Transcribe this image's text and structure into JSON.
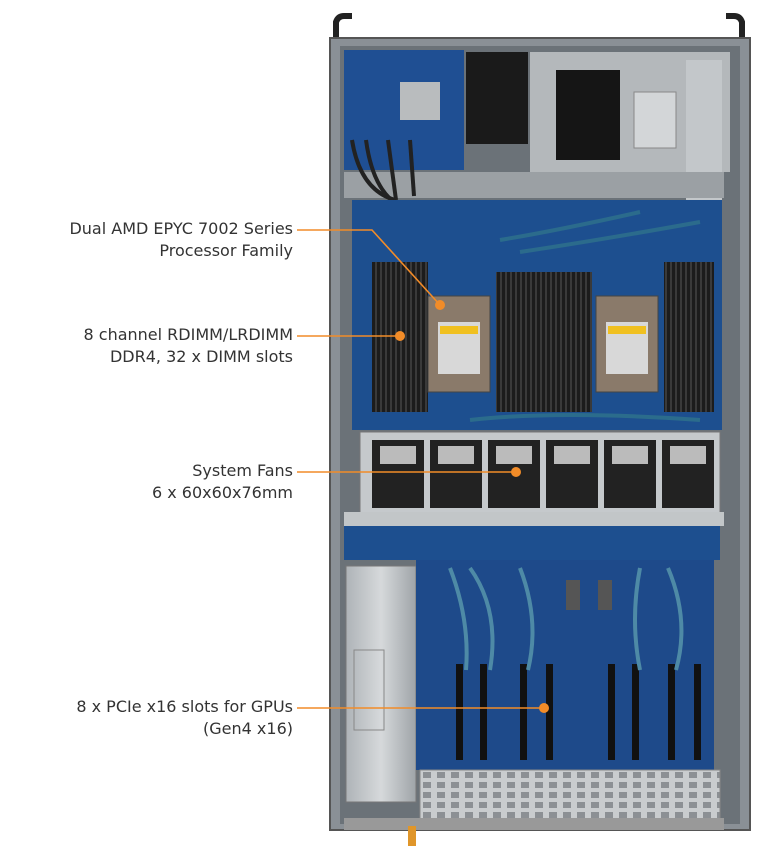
{
  "accent_color": "#f28c28",
  "callouts": [
    {
      "line1": "Dual AMD EPYC 7002 Series",
      "line2": "Processor Family"
    },
    {
      "line1": "8 channel RDIMM/LRDIMM",
      "line2": "DDR4, 32 x DIMM slots"
    },
    {
      "line1": "System Fans",
      "line2": "6 x 60x60x76mm"
    },
    {
      "line1": "8 x PCIe x16 slots for GPUs",
      "line2": "(Gen4 x16)"
    }
  ]
}
